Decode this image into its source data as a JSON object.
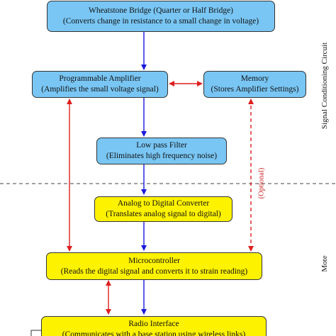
{
  "nodes": {
    "wheatstone": {
      "title": "Wheatstone Bridge (Quarter or Half Bridge)",
      "subtitle": "(Converts change in resistance to a small change in voltage)"
    },
    "amplifier": {
      "title": "Programmable Amplifier",
      "subtitle": "(Amplifies the small voltage signal)"
    },
    "memory": {
      "title": "Memory",
      "subtitle": "(Stores Amplifier Settings)"
    },
    "filter": {
      "title": "Low pass Filter",
      "subtitle": "(Eliminates high frequency noise)"
    },
    "adc": {
      "title": "Analog to Digital Converter",
      "subtitle": "(Translates analog signal to digital)"
    },
    "mcu": {
      "title": "Microcontroller",
      "subtitle": "(Reads the digital signal and converts it to strain reading)"
    },
    "radio": {
      "title": "Radio Interface",
      "subtitle": "(Communicates with a base station using wireless links)"
    }
  },
  "labels": {
    "signal_conditioning": "Signal Conditioning Circuit",
    "mote": "Mote",
    "optional": "(Optional)"
  },
  "colors": {
    "blue_box": "#79c6f4",
    "yellow_box": "#fdf200",
    "flow_arrow": "#1a1adb",
    "bidirectional_arrow": "#dd1f1f"
  }
}
